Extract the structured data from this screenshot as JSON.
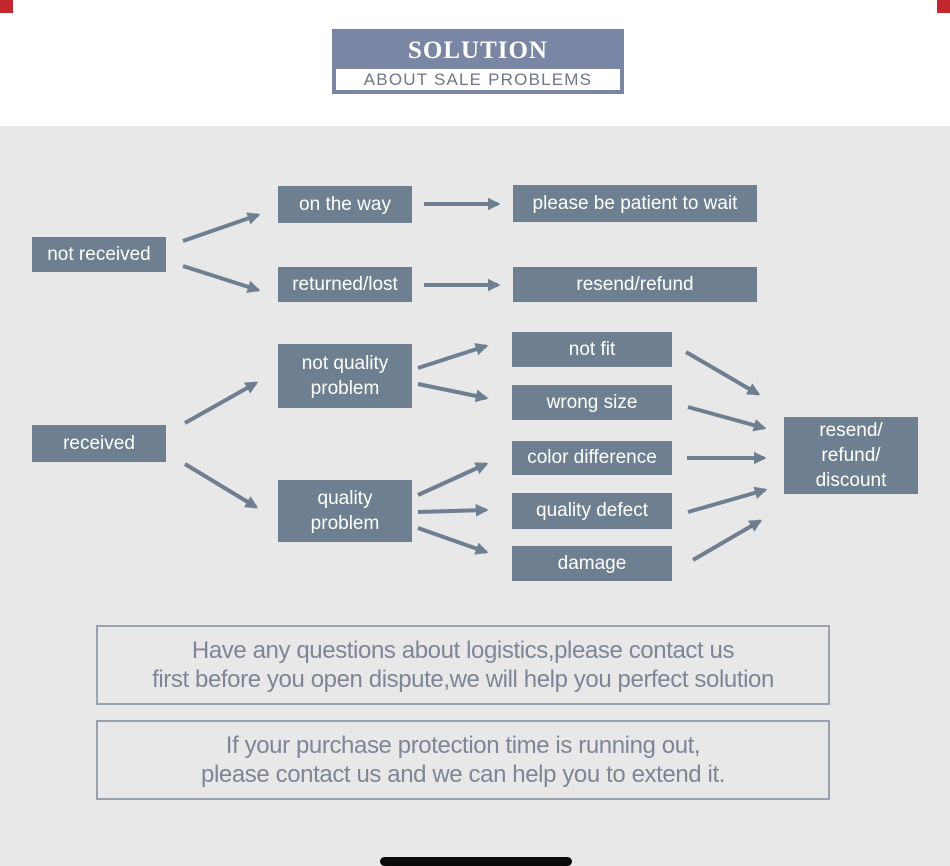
{
  "page": {
    "background_top": "#ffffff",
    "background_band": "#e8e8e8"
  },
  "header": {
    "title": "SOLUTION",
    "subtitle": "ABOUT SALE PROBLEMS",
    "bg_color": "#7a86a3",
    "title_color": "#ffffff",
    "subtitle_color": "#6d7787"
  },
  "flowchart": {
    "box_color": "#6e7f91",
    "arrow_color": "#6e7f91",
    "text_color": "#ffffff",
    "nodes": [
      {
        "id": "not-received",
        "label": "not received"
      },
      {
        "id": "on-the-way",
        "label": "on the way"
      },
      {
        "id": "be-patient",
        "label": "please be patient to wait"
      },
      {
        "id": "returned-lost",
        "label": "returned/lost"
      },
      {
        "id": "resend-refund",
        "label": "resend/refund"
      },
      {
        "id": "received",
        "label": "received"
      },
      {
        "id": "not-quality-problem",
        "label": "not quality\nproblem"
      },
      {
        "id": "quality-problem",
        "label": "quality\nproblem"
      },
      {
        "id": "not-fit",
        "label": "not fit"
      },
      {
        "id": "wrong-size",
        "label": "wrong size"
      },
      {
        "id": "color-difference",
        "label": "color difference"
      },
      {
        "id": "quality-defect",
        "label": "quality defect"
      },
      {
        "id": "damage",
        "label": "damage"
      },
      {
        "id": "resolution",
        "label": "resend/\nrefund/\ndiscount"
      }
    ],
    "edges": [
      {
        "from": "not received",
        "to": "on the way"
      },
      {
        "from": "not received",
        "to": "returned/lost"
      },
      {
        "from": "on the way",
        "to": "please be patient to wait"
      },
      {
        "from": "returned/lost",
        "to": "resend/refund"
      },
      {
        "from": "received",
        "to": "not quality problem"
      },
      {
        "from": "received",
        "to": "quality problem"
      },
      {
        "from": "not quality problem",
        "to": "not fit"
      },
      {
        "from": "not quality problem",
        "to": "wrong size"
      },
      {
        "from": "quality problem",
        "to": "color difference"
      },
      {
        "from": "quality problem",
        "to": "quality defect"
      },
      {
        "from": "quality problem",
        "to": "damage"
      },
      {
        "from": "not fit",
        "to": "resend/refund/discount"
      },
      {
        "from": "wrong size",
        "to": "resend/refund/discount"
      },
      {
        "from": "color difference",
        "to": "resend/refund/discount"
      },
      {
        "from": "quality defect",
        "to": "resend/refund/discount"
      },
      {
        "from": "damage",
        "to": "resend/refund/discount"
      }
    ]
  },
  "notes": [
    {
      "line1": "Have any questions about logistics,please contact us",
      "line2": "first before you open dispute,we will help you perfect solution"
    },
    {
      "line1": "If your purchase protection time is running out,",
      "line2": "please contact us and we can help you to extend it."
    }
  ],
  "decorations": {
    "corner_marker_color": "#c1272d",
    "home_bar_color": "#0a0a0a"
  }
}
